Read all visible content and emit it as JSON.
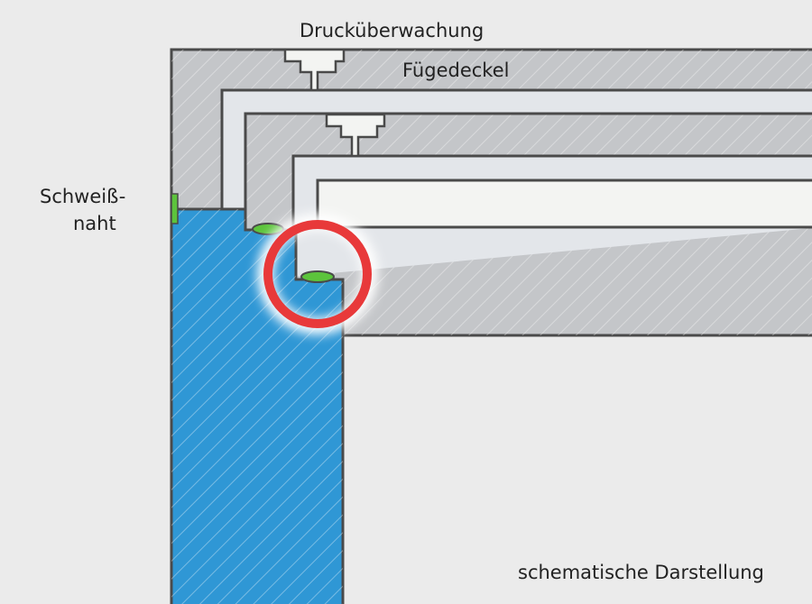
{
  "labels": {
    "pressure_monitoring": "Drucküberwachung",
    "joining_cover": "Fügedeckel",
    "weld_line1": "Schweiß-",
    "weld_line2": "naht",
    "caption": "schematische Darstellung"
  },
  "colors": {
    "background": "#ebebeb",
    "housing_gray": "#c4c6c9",
    "channel": "#e3e6ea",
    "panel": "#f3f4f2",
    "blue": "#2f97d5",
    "weld_green": "#5cc43c",
    "highlight_red": "#e8393a",
    "outline": "#4a4a4a"
  }
}
